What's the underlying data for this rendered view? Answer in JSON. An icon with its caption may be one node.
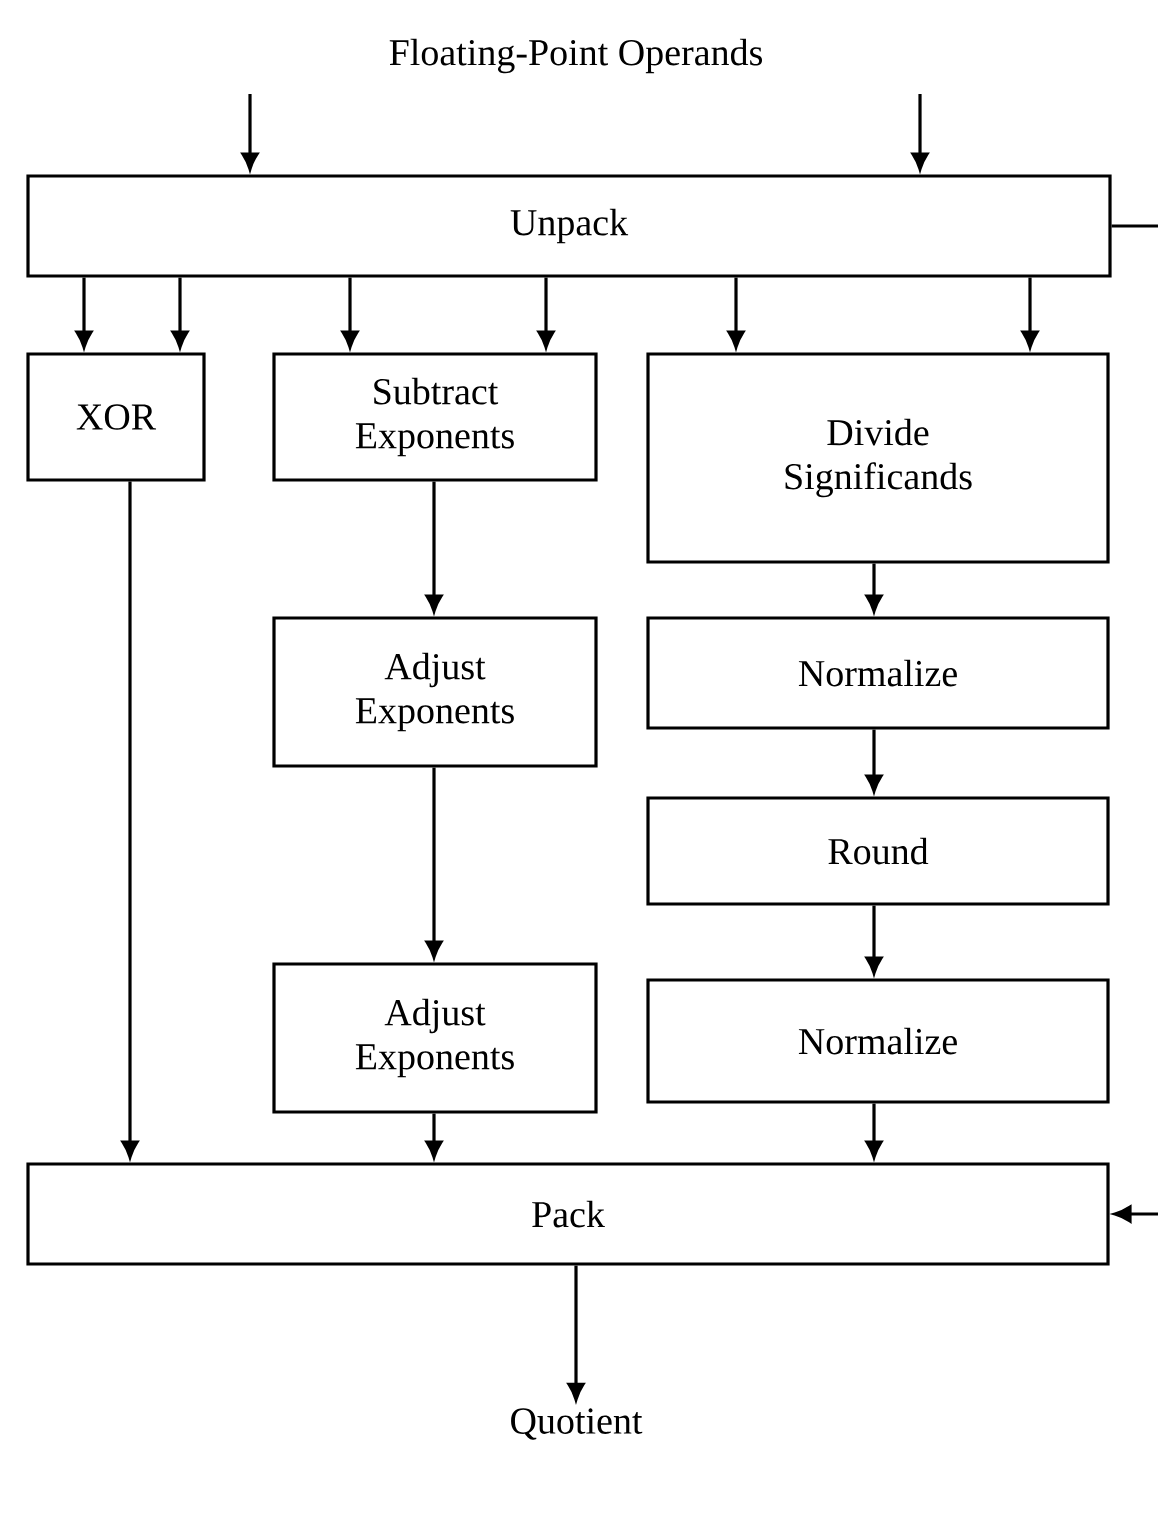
{
  "diagram": {
    "nodes": [
      {
        "text": [
          "Floating-Point Operands"
        ]
      },
      {
        "text": [
          "Unpack"
        ]
      },
      {
        "text": [
          "XOR"
        ]
      },
      {
        "text": [
          "Subtract Exponents"
        ]
      },
      {
        "text": [
          "Divide Significands"
        ]
      },
      {
        "text": [
          "Adjust Exponents"
        ]
      },
      {
        "text": [
          "Normalize"
        ]
      },
      {
        "text": [
          "Round"
        ]
      },
      {
        "text": [
          "Adjust Exponents"
        ]
      },
      {
        "text": [
          "Normalize"
        ]
      },
      {
        "text": [
          "Pack"
        ]
      },
      {
        "text": [
          "Quotient"
        ]
      }
    ],
    "edges": [
      {
        "from": null,
        "to": 1,
        "arrow": "to"
      },
      {
        "from": null,
        "to": 1,
        "arrow": "to"
      },
      {
        "from": 1,
        "to": 2,
        "arrow": "to"
      },
      {
        "from": 1,
        "to": 2,
        "arrow": "to"
      },
      {
        "from": 1,
        "to": 3,
        "arrow": "to"
      },
      {
        "from": 1,
        "to": 3,
        "arrow": "to"
      },
      {
        "from": 1,
        "to": 4,
        "arrow": "to"
      },
      {
        "from": 1,
        "to": 4,
        "arrow": "to"
      },
      {
        "from": 3,
        "to": 5,
        "arrow": "to"
      },
      {
        "from": 5,
        "to": 8,
        "arrow": "to"
      },
      {
        "from": 4,
        "to": 6,
        "arrow": "to"
      },
      {
        "from": 6,
        "to": 7,
        "arrow": "to"
      },
      {
        "from": 7,
        "to": 9,
        "arrow": "to"
      },
      {
        "from": 2,
        "to": 10,
        "arrow": "to"
      },
      {
        "from": 8,
        "to": 10,
        "arrow": "to"
      },
      {
        "from": 9,
        "to": 10,
        "arrow": "to"
      },
      {
        "from": 10,
        "to": 11,
        "arrow": "to"
      },
      {
        "from": 1,
        "to": null,
        "arrow": "none"
      },
      {
        "from": null,
        "to": 10,
        "arrow": "to"
      }
    ]
  }
}
